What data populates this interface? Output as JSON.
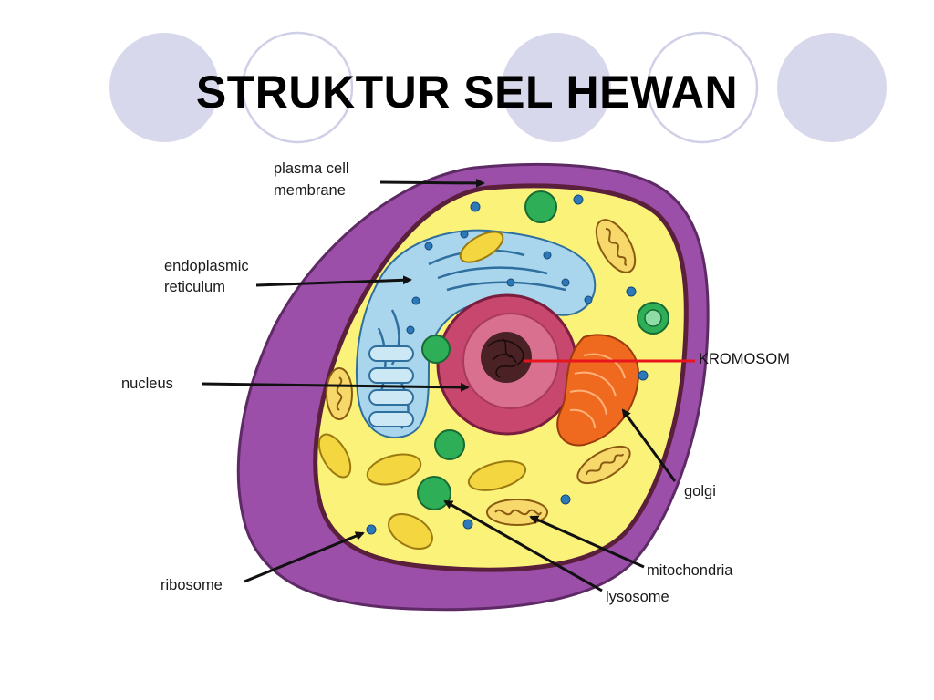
{
  "slide": {
    "title": "STRUKTUR SEL HEWAN"
  },
  "labels": {
    "plasma_membrane_line1": "plasma cell",
    "plasma_membrane_line2": "membrane",
    "er_line1": "endoplasmic",
    "er_line2": "reticulum",
    "nucleus": "nucleus",
    "kromosom": "KROMOSOM",
    "golgi": "golgi",
    "mitochondria": "mitochondria",
    "lysosome": "lysosome",
    "ribosome": "ribosome"
  },
  "colors": {
    "deco_circle_fill": "#d8d8ec",
    "deco_circle_stroke": "#c8c8e4",
    "membrane": "#9b4fa8",
    "cytoplasm": "#fbf27a",
    "nucleus": "#c7476e",
    "er": "#a9d6ec",
    "golgi": "#ef6a1e",
    "lysosome": "#2eae57",
    "kromosom_pointer": "#e8141e"
  }
}
